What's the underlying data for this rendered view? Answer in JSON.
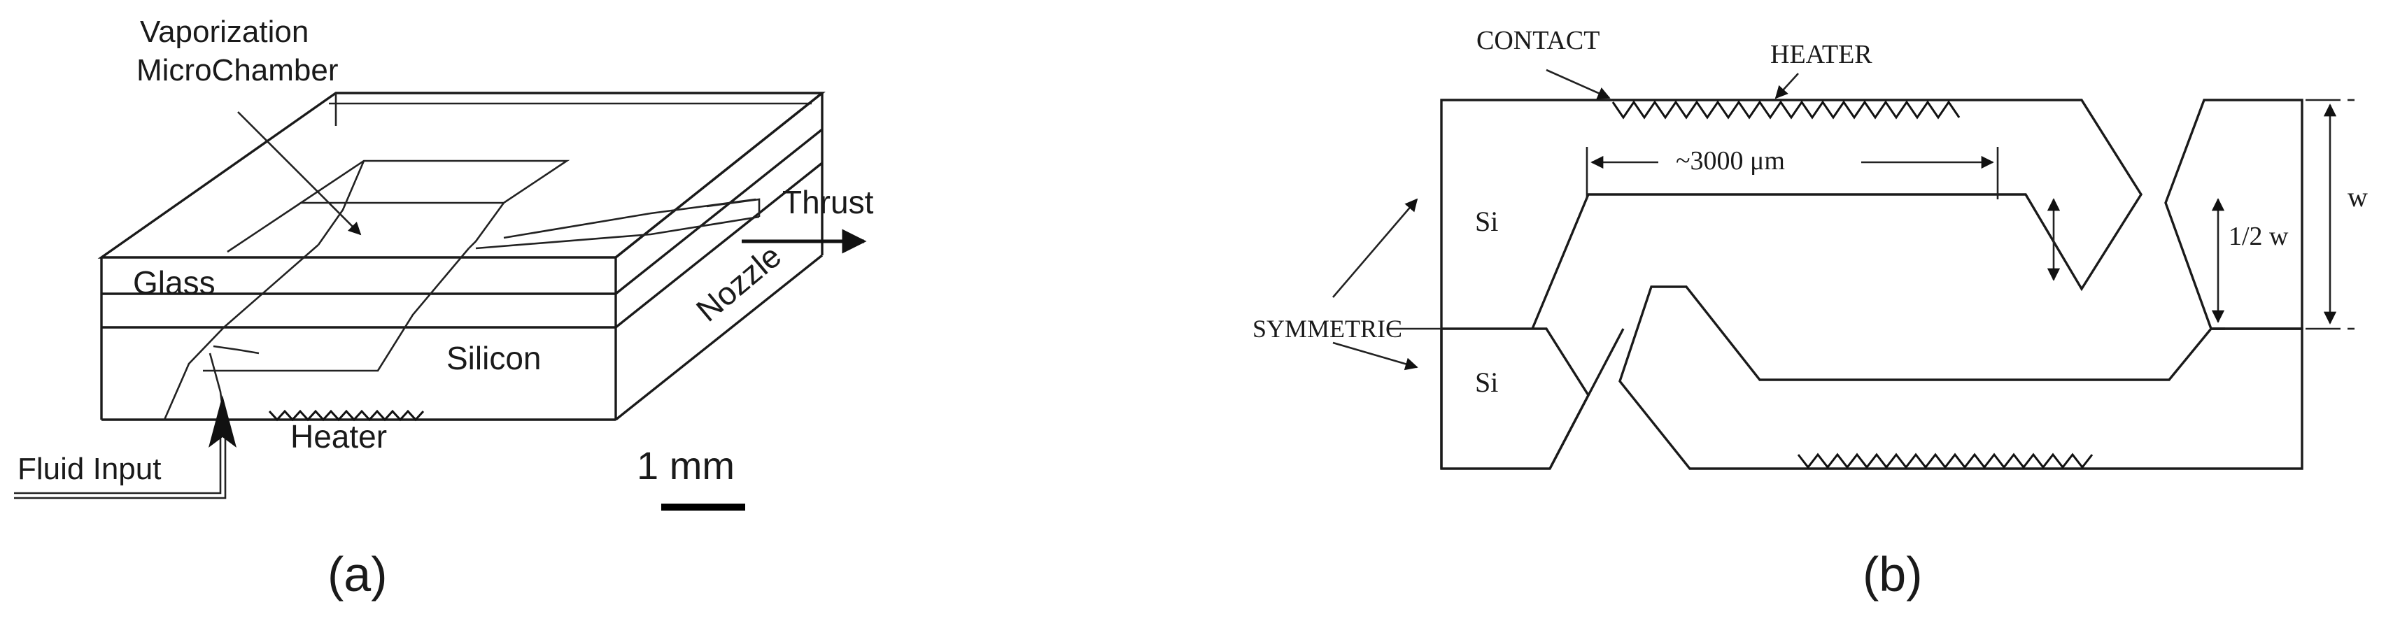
{
  "panel_a": {
    "caption": "(a)",
    "labels": {
      "vaporization": "Vaporization",
      "microchamber": "MicroChamber",
      "thrust": "Thrust",
      "glass": "Glass",
      "nozzle": "Nozzle",
      "silicon": "Silicon",
      "heater": "Heater",
      "fluid_input": "Fluid Input",
      "scale": "1 mm"
    }
  },
  "panel_b": {
    "caption": "(b)",
    "labels": {
      "contact": "CONTACT",
      "heater": "HEATER",
      "length": "~3000 μm",
      "si_top": "Si",
      "si_bottom": "Si",
      "symmetric": "SYMMETRIC",
      "width": "w",
      "half_width": "1/2 w"
    }
  }
}
